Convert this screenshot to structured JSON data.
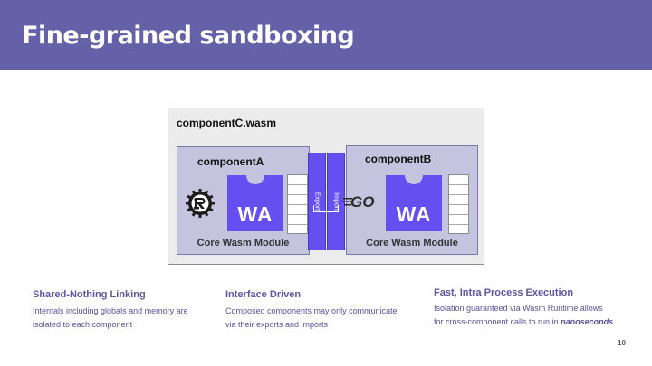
{
  "slide": {
    "title": "Fine-grained sandboxing",
    "page_number": "10"
  },
  "diagram": {
    "outer_label": "componentC.wasm",
    "component_a": {
      "label": "componentA",
      "module_label": "Core Wasm Module",
      "wa_text": "WA",
      "language_icon": "rust-logo-icon"
    },
    "component_b": {
      "label": "componentB",
      "module_label": "Core Wasm Module",
      "wa_text": "WA",
      "language_icon": "go-logo-icon",
      "go_text": "GO"
    },
    "export_label": "Export",
    "import_label": "Import",
    "colors": {
      "header": "#6461a8",
      "wasm_purple": "#654ff0",
      "component_fill": "#c5c4de"
    }
  },
  "columns": [
    {
      "heading": "Shared-Nothing Linking",
      "line1": "Internals including globals and memory are",
      "line2": "isolated to each component"
    },
    {
      "heading": "Interface Driven",
      "line1": "Composed components may only communicate",
      "line2": "via their exports and imports"
    },
    {
      "heading": "Fast, Intra Process Execution",
      "line1": "Isolation guaranteed via Wasm Runtime allows",
      "line2_prefix": "for cross-component calls to run in",
      "line2_emphasis": "nanoseconds"
    }
  ]
}
